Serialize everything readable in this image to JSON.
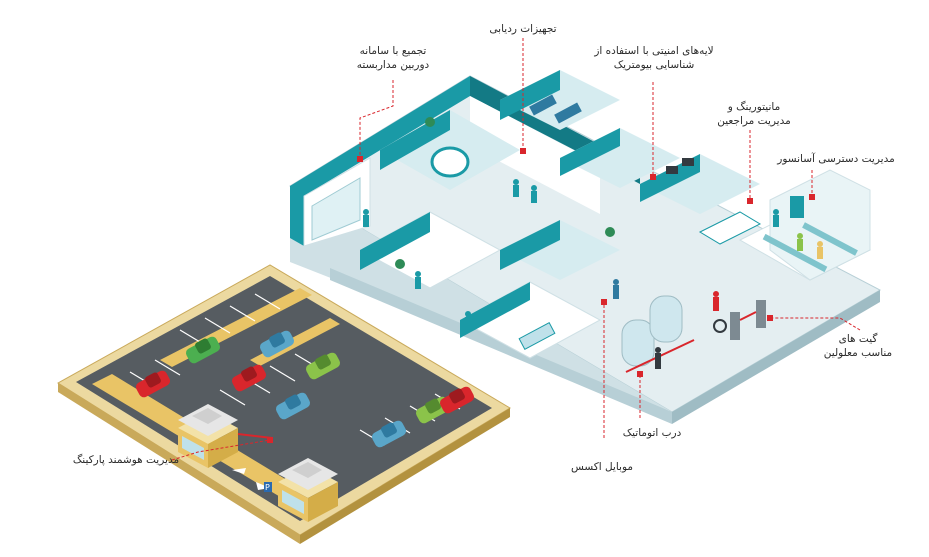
{
  "colors": {
    "teal": "#1a9aa6",
    "teal_dark": "#137a85",
    "floor": "#e4eef1",
    "wall": "#ffffff",
    "asphalt": "#555b60",
    "curb": "#e9c466",
    "marker_red": "#d9262c"
  },
  "labels": {
    "tracking": "تجهیزات ردیابی",
    "cctv_line1": "تجمیع با سامانه",
    "cctv_line2": "دوربین مداربسته",
    "biometric_line1": "لایه‌های امنیتی با استفاده از",
    "biometric_line2": "شناسایی بیومتریک",
    "visitors_line1": "مانیتورینگ و",
    "visitors_line2": "مدیریت مراجعین",
    "elevator": "مدیریت دسترسی آسانسور",
    "gates_line1": "گیت های",
    "gates_line2": "مناسب معلولین",
    "auto_door": "درب اتوماتیک",
    "mobile_access": "موبایل اکسس",
    "parking": "مدیریت هوشمند پارکینگ"
  },
  "car_colors": [
    "#4caf50",
    "#5aa6c9",
    "#d9262c",
    "#8bc34a"
  ]
}
